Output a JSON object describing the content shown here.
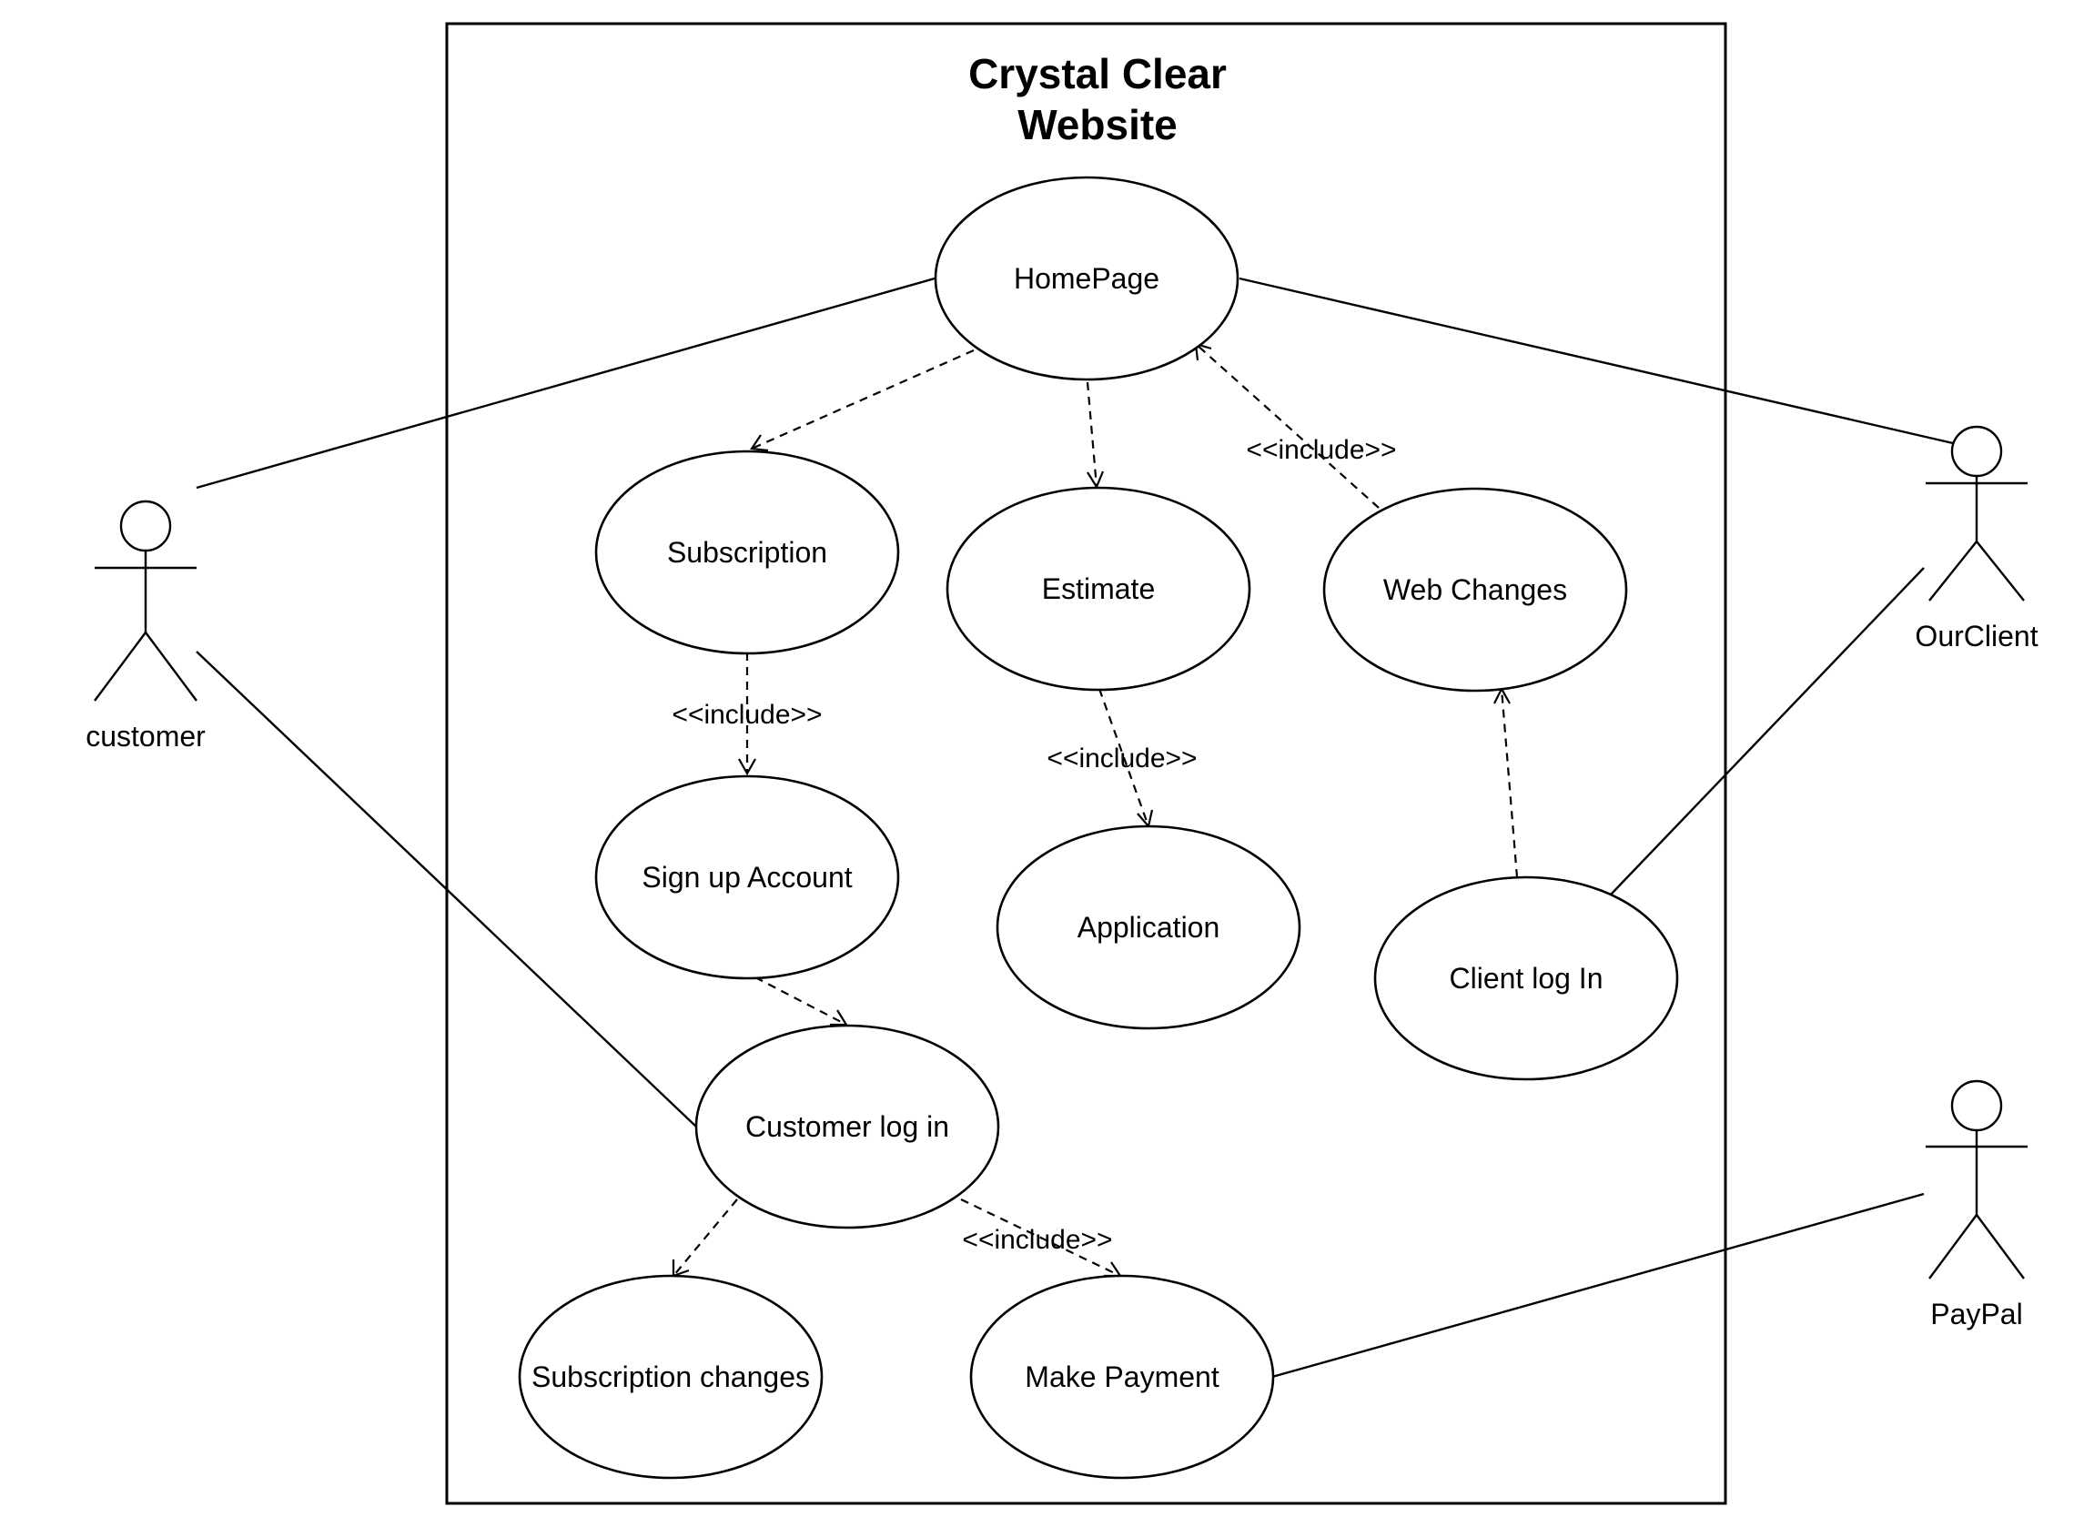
{
  "system": {
    "title_line1": "Crystal Clear",
    "title_line2": "Website"
  },
  "actors": {
    "customer": "customer",
    "ourclient": "OurClient",
    "paypal": "PayPal"
  },
  "use_cases": {
    "homepage": "HomePage",
    "subscription": "Subscription",
    "estimate": "Estimate",
    "web_changes": "Web Changes",
    "sign_up_account": "Sign up Account",
    "application": "Application",
    "client_log_in": "Client log In",
    "customer_log_in": "Customer log in",
    "subscription_changes": "Subscription changes",
    "make_payment": "Make Payment"
  },
  "relations": {
    "include_subscription_signup": "<<include>>",
    "include_estimate_application": "<<include>>",
    "include_webchanges_homepage": "<<include>>",
    "include_customerlogin_payment": "<<include>>"
  }
}
